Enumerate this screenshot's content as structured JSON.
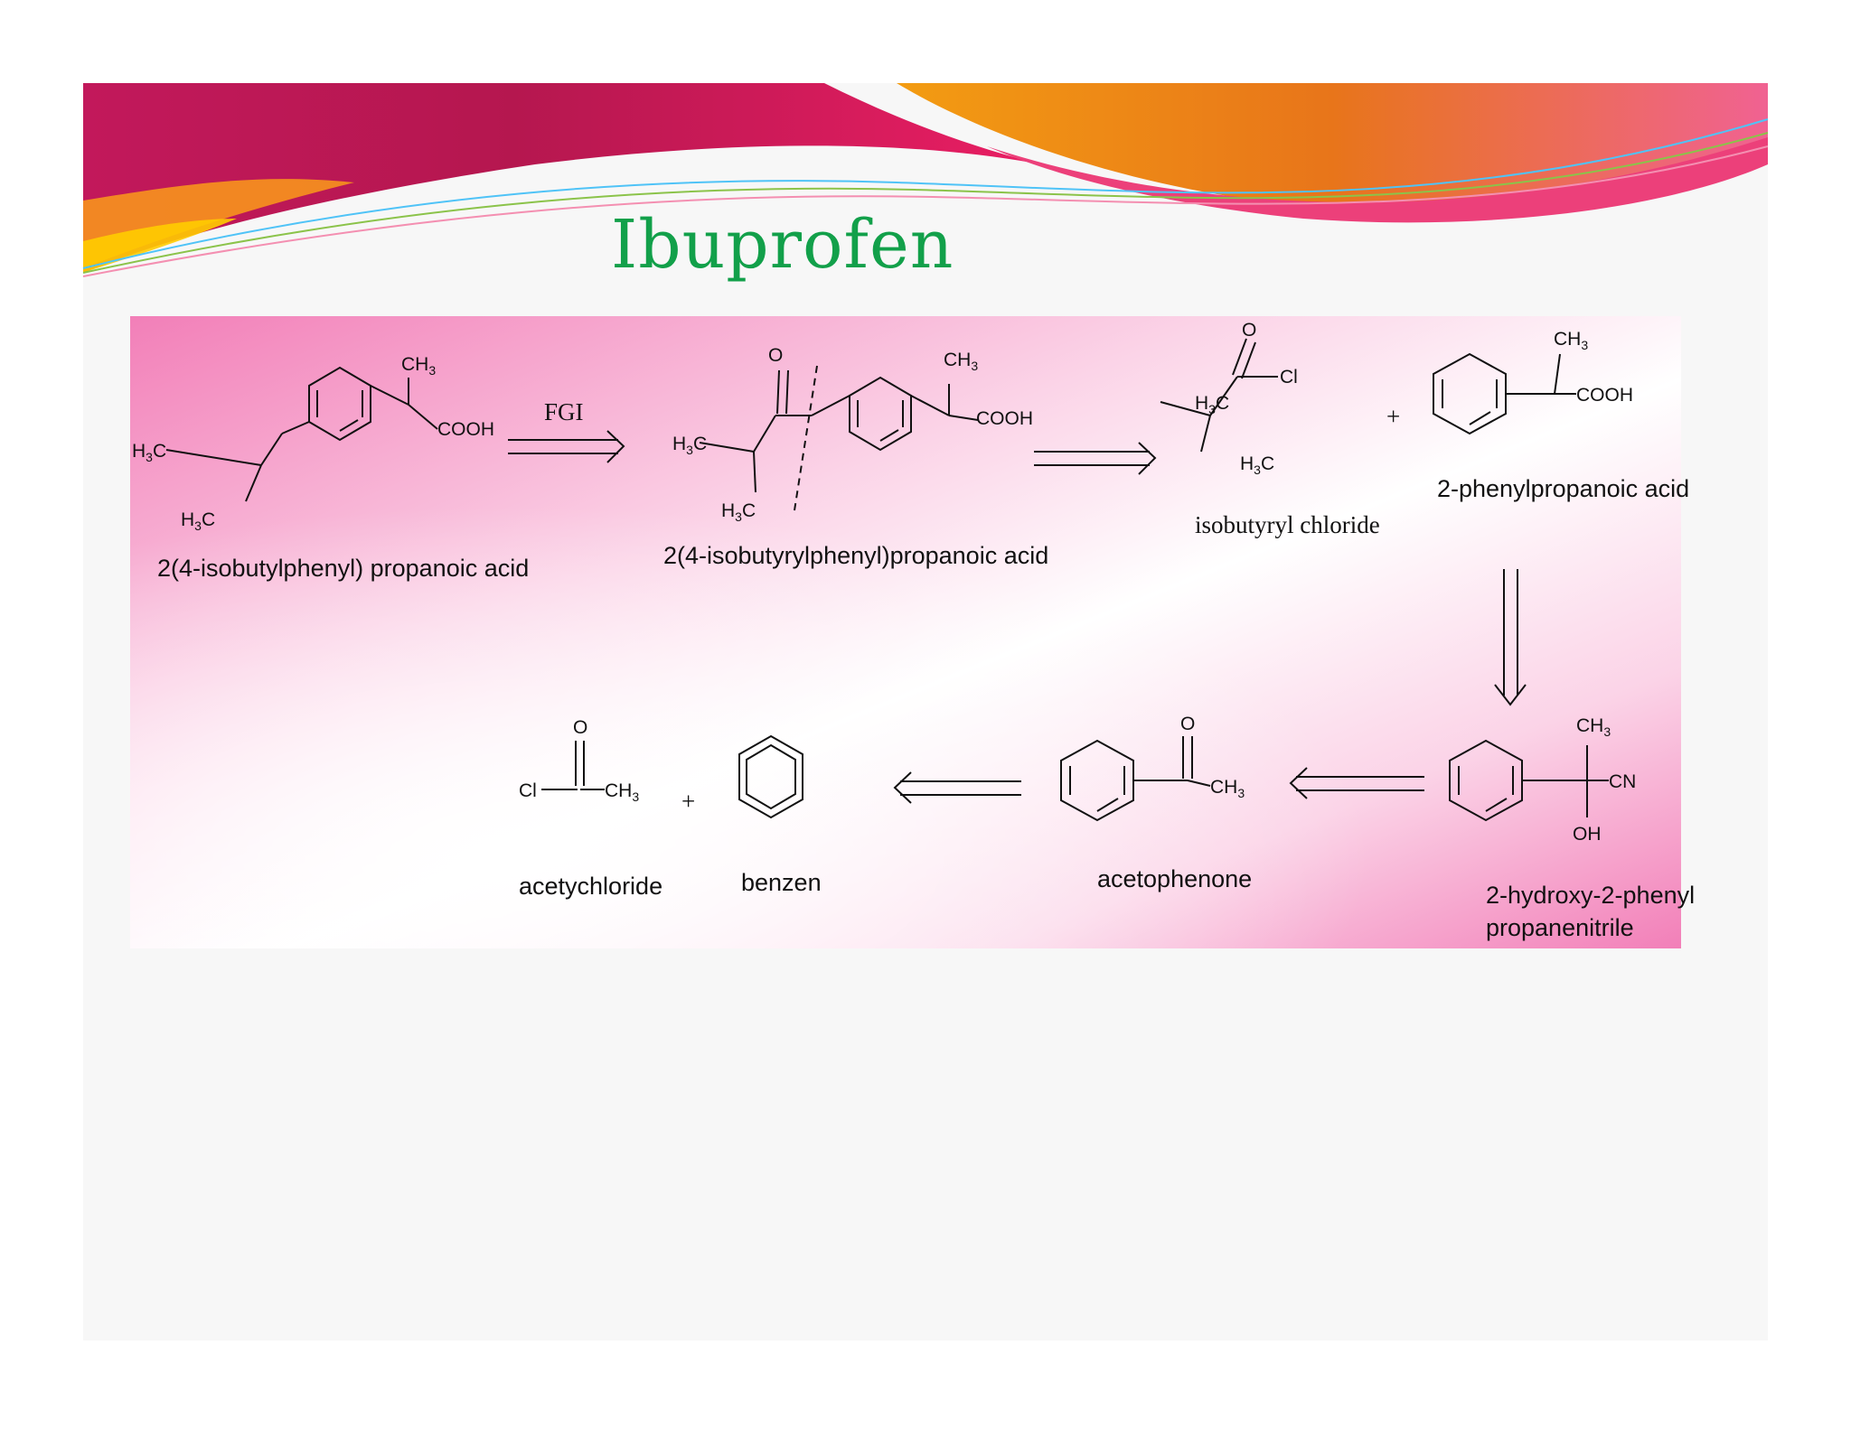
{
  "slide": {
    "title": "Ibuprofen"
  },
  "scheme": {
    "arrow_label": "FGI",
    "plus_sign": "+",
    "compounds": {
      "ibuprofen": "2(4-isobutylphenyl) propanoic acid",
      "ketone": "2(4-isobutyrylphenyl)propanoic acid",
      "isobutyryl_chloride": "isobutyryl chloride",
      "phenylpropanoic": "2-phenylpropanoic acid",
      "cyanohydrin_line1": "2-hydroxy-2-phenyl",
      "cyanohydrin_line2": "propanenitrile",
      "acetophenone": "acetophenone",
      "benzen": "benzen",
      "acetychloride": "acetychloride"
    },
    "atoms": {
      "ch3": "CH",
      "sub3": "3",
      "h3c_h": "H",
      "h3c_c": "C",
      "cooh": "COOH",
      "o": "O",
      "cl": "Cl",
      "cn": "CN",
      "oh": "OH"
    }
  },
  "colors": {
    "title": "#12a04a",
    "panel_pink": "#f27fb8",
    "banner_magenta": "#c2185b",
    "banner_orange": "#f39c12"
  }
}
